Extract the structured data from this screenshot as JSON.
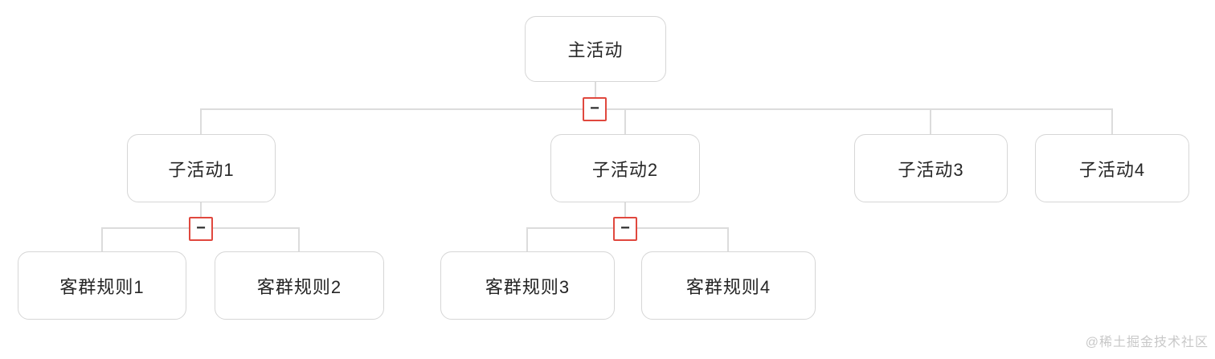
{
  "diagram": {
    "type": "tree",
    "description": "Activity hierarchy tree: main activity, sub-activities, customer-group rules",
    "collapse_glyph": "−",
    "colors": {
      "node_border": "#d6d6d6",
      "connector_line": "#dcdcdc",
      "collapse_button_border": "#e0483e",
      "collapse_button_background": "#ffffff",
      "node_background": "#ffffff",
      "text": "#262626",
      "watermark_text": "#c8c8c8"
    }
  },
  "tree": {
    "root": {
      "label": "主活动",
      "collapse": "−",
      "expanded": true
    },
    "level1": [
      {
        "label": "子活动1",
        "collapse": "−",
        "expanded": true
      },
      {
        "label": "子活动2",
        "collapse": "−",
        "expanded": true
      },
      {
        "label": "子活动3"
      },
      {
        "label": "子活动4"
      }
    ],
    "level2": [
      {
        "label": "客群规则1",
        "parent": "子活动1"
      },
      {
        "label": "客群规则2",
        "parent": "子活动1"
      },
      {
        "label": "客群规则3",
        "parent": "子活动2"
      },
      {
        "label": "客群规则4",
        "parent": "子活动2"
      }
    ]
  },
  "watermark": {
    "text": "@稀土掘金技术社区"
  }
}
